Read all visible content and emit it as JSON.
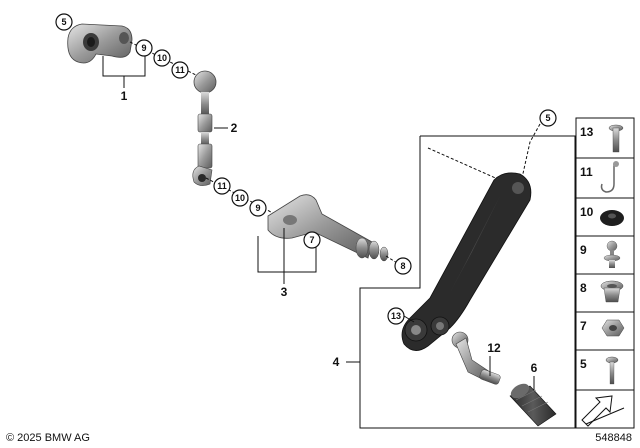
{
  "callouts": {
    "c5_top": "5",
    "c9_top": "9",
    "c10_top": "10",
    "c11_top": "11",
    "c11_mid": "11",
    "c10_mid": "10",
    "c9_mid": "9",
    "c7": "7",
    "c8": "8",
    "c5_pedal": "5",
    "c13_pedal": "13"
  },
  "assemblies": {
    "a1": "1",
    "a2": "2",
    "a3": "3",
    "a4": "4",
    "a6": "6",
    "a12": "12"
  },
  "legend": [
    "13",
    "11",
    "10",
    "9",
    "8",
    "7",
    "5"
  ],
  "footer": {
    "copyright": "© 2025 BMW AG",
    "diagram_id": "548848"
  }
}
